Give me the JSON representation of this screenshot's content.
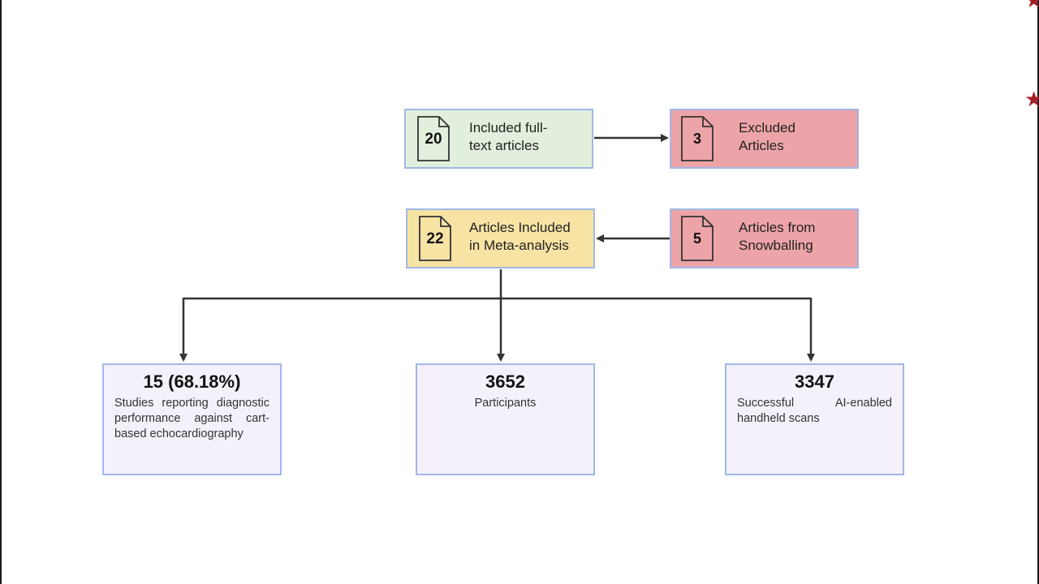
{
  "flowchart": {
    "full_text": {
      "count": "20",
      "label_line1": "Included full-",
      "label_line2": "text articles"
    },
    "excluded": {
      "count": "3",
      "label_line1": "Excluded",
      "label_line2": "Articles"
    },
    "meta": {
      "count": "22",
      "label_line1": "Articles Included",
      "label_line2": "in Meta-analysis"
    },
    "snowball": {
      "count": "5",
      "label_line1": "Articles from",
      "label_line2": "Snowballing"
    },
    "outcomes": [
      {
        "value": "15 (68.18%)",
        "desc": "Studies reporting diagnostic performance against cart-based echocardiography"
      },
      {
        "value": "3652",
        "desc": "Participants"
      },
      {
        "value": "3347",
        "desc": "Successful AI-enabled handheld scans"
      }
    ]
  },
  "colors": {
    "green_box": "#e2efdc",
    "red_box": "#eda4a9",
    "yellow_box": "#f7e3a4",
    "outcome_box": "#f5f1fa",
    "border": "#9fb8e6",
    "star": "#a31f24",
    "arrow": "#333333"
  },
  "icons": {
    "document": "document-icon",
    "star": "star-icon"
  }
}
